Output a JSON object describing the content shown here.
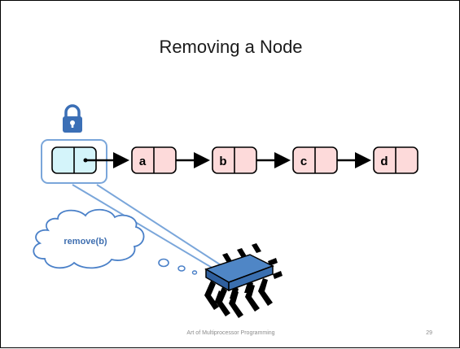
{
  "slide": {
    "title": "Removing a Node",
    "footer": "Art of Multiprocessor Programming",
    "page_number": "29"
  },
  "diagram": {
    "nodes": [
      {
        "label": "a",
        "state": "unlocked"
      },
      {
        "label": "b",
        "state": "unlocked"
      },
      {
        "label": "c",
        "state": "unlocked"
      },
      {
        "label": "d",
        "state": "unlocked"
      }
    ],
    "head": {
      "state": "locked"
    },
    "thought": "remove(b)",
    "icons": [
      "lock-icon",
      "thought-cloud-icon",
      "processor-icon"
    ],
    "colors": {
      "node_fill": "#fddada",
      "head_fill": "#d4f4fa",
      "lock_blue": "#3b6fb6",
      "cloud_outline": "#4a80c8",
      "processor_body": "#4f86c6"
    }
  }
}
